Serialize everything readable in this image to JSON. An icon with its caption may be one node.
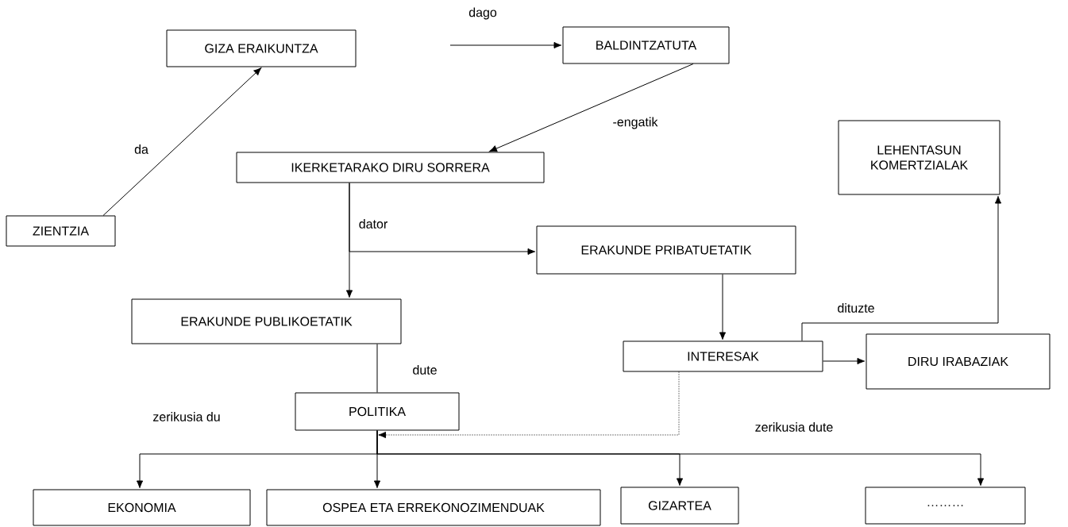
{
  "diagram": {
    "nodes": [
      {
        "text": [
          "GIZA ERAIKUNTZA"
        ]
      },
      {
        "text": [
          "BALDINTZATUTA"
        ]
      },
      {
        "text": [
          "LEHENTASUN KOMERTZIALAK"
        ]
      },
      {
        "text": [
          "IKERKETARAKO DIRU SORRERA"
        ]
      },
      {
        "text": [
          "ZIENTZIA"
        ]
      },
      {
        "text": [
          "ERAKUNDE PRIBATUETATIK"
        ]
      },
      {
        "text": [
          "ERAKUNDE PUBLIKOETATIK"
        ]
      },
      {
        "text": [
          "INTERESAK"
        ]
      },
      {
        "text": [
          "DIRU IRABAZIAK"
        ]
      },
      {
        "text": [
          "POLITIKA"
        ]
      },
      {
        "text": [
          "EKONOMIA"
        ]
      },
      {
        "text": [
          "OSPEA ETA ERREKONOZIMENDUAK"
        ]
      },
      {
        "text": [
          "GIZARTEA"
        ]
      },
      {
        "text": [
          "………"
        ]
      }
    ],
    "edges": [
      {
        "from": 4,
        "to": 0,
        "arrow": "to",
        "label": "da"
      },
      {
        "from": null,
        "to": 1,
        "arrow": "to",
        "label": "dago"
      },
      {
        "from": 1,
        "to": 3,
        "arrow": "to",
        "label": "-engatik"
      },
      {
        "from": 3,
        "to": 6,
        "arrow": "to",
        "label": "dator"
      },
      {
        "from": 3,
        "to": 5,
        "arrow": "to"
      },
      {
        "from": 6,
        "to": 9,
        "arrow": "none",
        "label": "dute"
      },
      {
        "from": 5,
        "to": 7,
        "arrow": "to"
      },
      {
        "from": 7,
        "to": 2,
        "arrow": "to",
        "label": "dituzte"
      },
      {
        "from": 7,
        "to": 8,
        "arrow": "to"
      },
      {
        "from": 7,
        "to": 9,
        "arrow": "to",
        "style": "dashed"
      },
      {
        "from": 9,
        "to": 10,
        "arrow": "to"
      },
      {
        "from": 9,
        "to": 11,
        "arrow": "to"
      },
      {
        "from": 9,
        "to": 12,
        "arrow": "to"
      },
      {
        "from": 9,
        "to": 13,
        "arrow": "to"
      }
    ],
    "labels": [
      "zerikusia du",
      "zerikusia dute"
    ]
  }
}
